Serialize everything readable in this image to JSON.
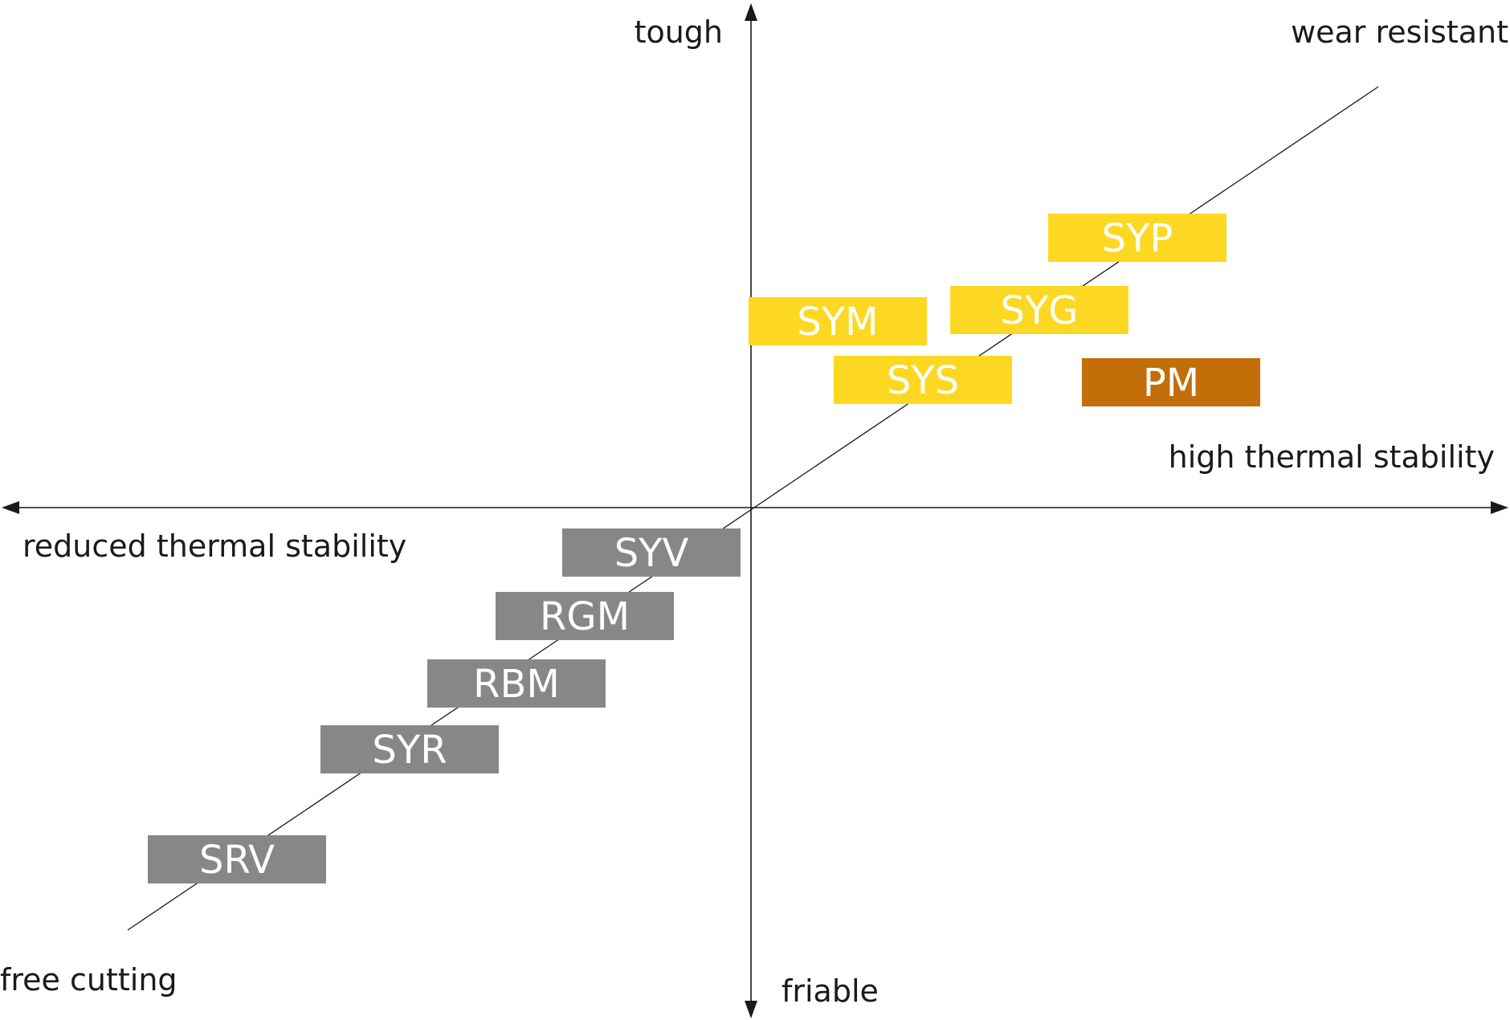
{
  "labels": {
    "top": "tough",
    "bottom": "friable",
    "right": "high thermal stability",
    "left": "reduced thermal stability",
    "top_right": "wear resistant",
    "bottom_left": "free cutting"
  },
  "colors": {
    "yellow": "#fdd823",
    "orange": "#c36e08",
    "gray": "#878787",
    "line": "#1a1a1a"
  },
  "boxes": [
    {
      "id": "syp",
      "label": "SYP",
      "color": "yellow"
    },
    {
      "id": "sym",
      "label": "SYM",
      "color": "yellow"
    },
    {
      "id": "syg",
      "label": "SYG",
      "color": "yellow"
    },
    {
      "id": "sys",
      "label": "SYS",
      "color": "yellow"
    },
    {
      "id": "pm",
      "label": "PM",
      "color": "orange"
    },
    {
      "id": "syv",
      "label": "SYV",
      "color": "gray"
    },
    {
      "id": "rgm",
      "label": "RGM",
      "color": "gray"
    },
    {
      "id": "rbm",
      "label": "RBM",
      "color": "gray"
    },
    {
      "id": "syr",
      "label": "SYR",
      "color": "gray"
    },
    {
      "id": "srv",
      "label": "SRV",
      "color": "gray"
    }
  ]
}
